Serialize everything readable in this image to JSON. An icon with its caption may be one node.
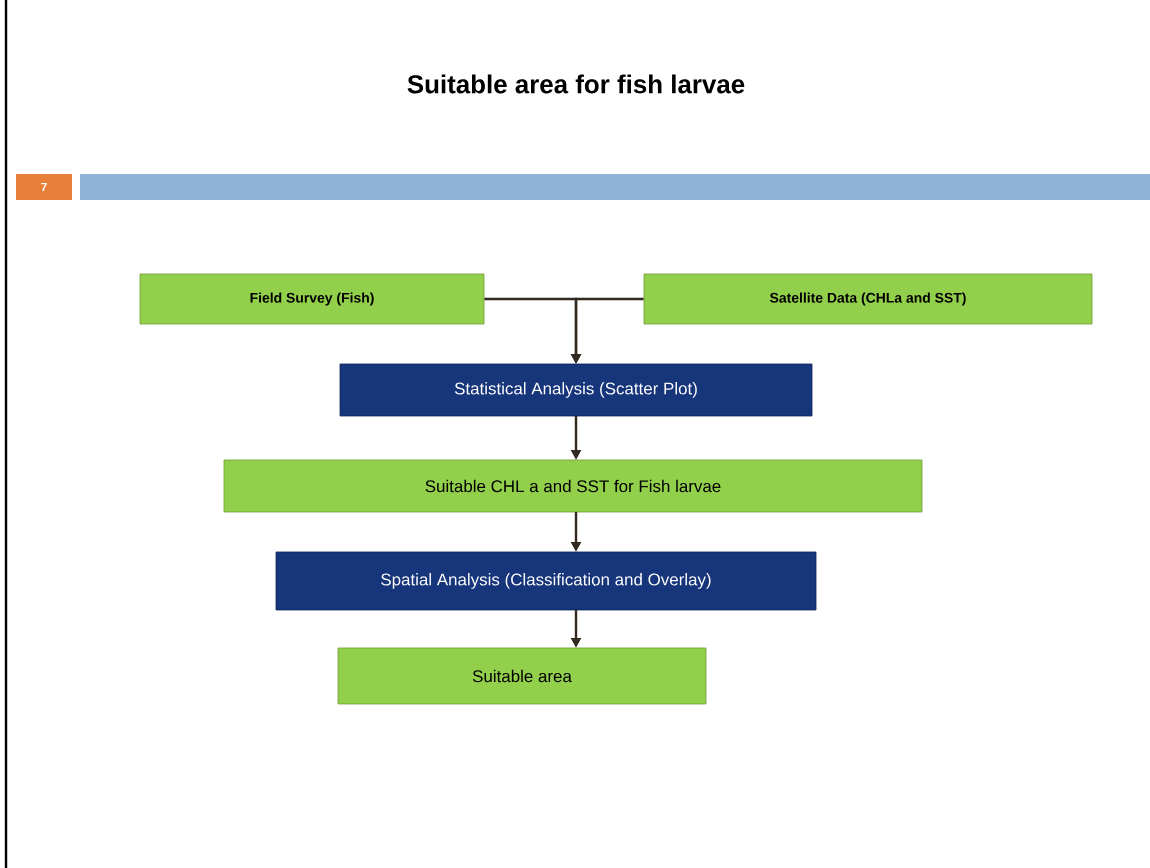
{
  "diagram": {
    "title": "Suitable area for fish larvae",
    "nodes": [
      {
        "text": [
          "Field Survey (Fish)"
        ]
      },
      {
        "text": [
          "Satellite Data (CHLa and SST)"
        ]
      },
      {
        "text": [
          "Statistical Analysis (Scatter Plot)"
        ]
      },
      {
        "text": [
          "Suitable CHL a and SST for Fish larvae"
        ]
      },
      {
        "text": [
          "Spatial Analysis (Classification and Overlay)"
        ]
      },
      {
        "text": [
          "Suitable area"
        ]
      }
    ],
    "edges": [
      {
        "from": 0,
        "to": 2,
        "arrow": "to"
      },
      {
        "from": 1,
        "to": 2,
        "arrow": "to"
      },
      {
        "from": 2,
        "to": 3,
        "arrow": "to"
      },
      {
        "from": 3,
        "to": 4,
        "arrow": "to"
      },
      {
        "from": 4,
        "to": 5,
        "arrow": "to"
      }
    ],
    "labels": [
      "7"
    ]
  }
}
